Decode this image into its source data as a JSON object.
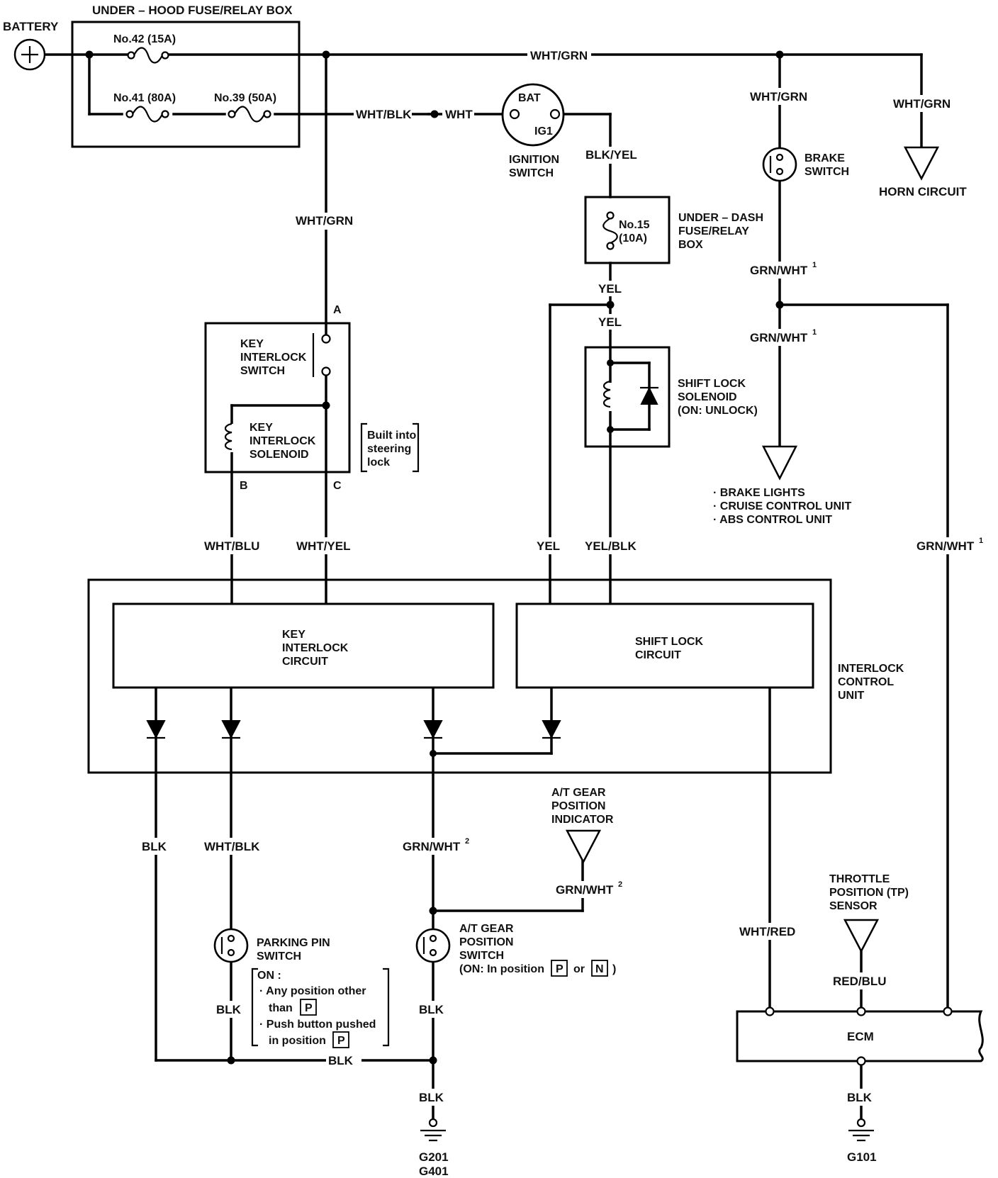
{
  "diagram": {
    "battery": "BATTERY",
    "underhood_box": "UNDER – HOOD FUSE/RELAY BOX",
    "fuse42": "No.42 (15A)",
    "fuse41": "No.41 (80A)",
    "fuse39": "No.39 (50A)",
    "ignition_switch": [
      "IGNITION",
      "SWITCH"
    ],
    "bat": "BAT",
    "ig1": "IG1",
    "underdash_box": [
      "UNDER – DASH",
      "FUSE/RELAY",
      "BOX"
    ],
    "fuse15": [
      "No.15",
      "(10A)"
    ],
    "brake_switch": [
      "BRAKE",
      "SWITCH"
    ],
    "horn_circuit": "HORN CIRCUIT",
    "key_interlock_switch": [
      "KEY",
      "INTERLOCK",
      "SWITCH"
    ],
    "key_interlock_solenoid": [
      "KEY",
      "INTERLOCK",
      "SOLENOID"
    ],
    "built_into": [
      "Built into",
      "steering",
      "lock"
    ],
    "shift_lock_solenoid": [
      "SHIFT LOCK",
      "SOLENOID",
      "(ON: UNLOCK)"
    ],
    "brake_outputs": [
      "· BRAKE LIGHTS",
      "· CRUISE CONTROL UNIT",
      "· ABS CONTROL UNIT"
    ],
    "key_interlock_circuit": [
      "KEY",
      "INTERLOCK",
      "CIRCUIT"
    ],
    "shift_lock_circuit": [
      "SHIFT LOCK",
      "CIRCUIT"
    ],
    "interlock_control_unit": [
      "INTERLOCK",
      "CONTROL",
      "UNIT"
    ],
    "at_gear_indicator": [
      "A/T GEAR",
      "POSITION",
      "INDICATOR"
    ],
    "parking_pin_switch": [
      "PARKING PIN",
      "SWITCH"
    ],
    "parking_on_note": [
      "ON :",
      "· Any position other",
      "than",
      "· Push button pushed",
      "in position"
    ],
    "at_gear_switch": [
      "A/T GEAR",
      "POSITION",
      "SWITCH"
    ],
    "at_gear_switch_on": "(ON: In position",
    "or": "or",
    "pos_p": "P",
    "pos_n": "N",
    "tp_sensor": [
      "THROTTLE",
      "POSITION (TP)",
      "SENSOR"
    ],
    "ecm": "ECM",
    "g201": "G201",
    "g401": "G401",
    "g101": "G101",
    "pin_a": "A",
    "pin_b": "B",
    "pin_c": "C",
    "sup1": "1",
    "sup2": "2",
    "wires": {
      "wht_grn": "WHT/GRN",
      "wht_blk": "WHT/BLK",
      "wht": "WHT",
      "blk_yel": "BLK/YEL",
      "yel": "YEL",
      "grn_wht": "GRN/WHT",
      "wht_blu": "WHT/BLU",
      "wht_yel": "WHT/YEL",
      "yel_blk": "YEL/BLK",
      "blk": "BLK",
      "wht_red": "WHT/RED",
      "red_blu": "RED/BLU"
    }
  }
}
